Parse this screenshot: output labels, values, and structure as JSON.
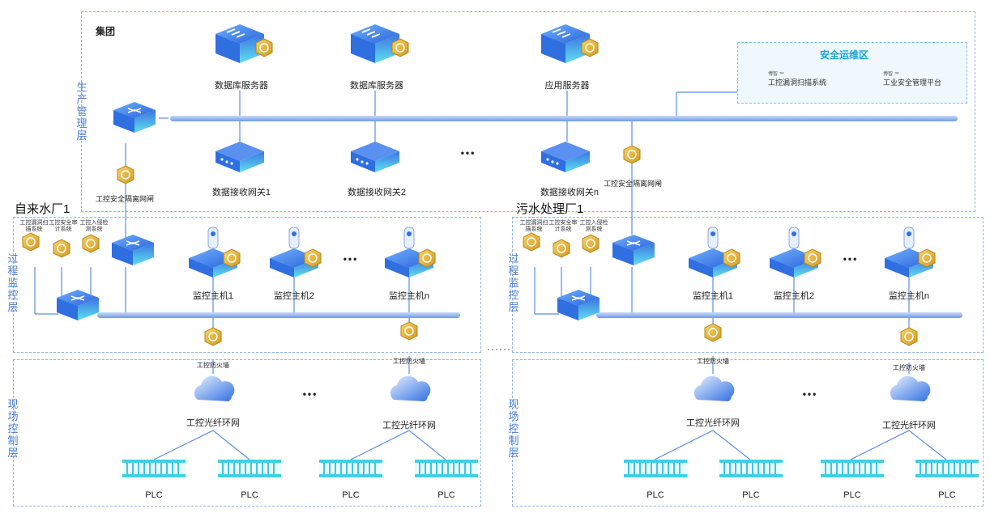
{
  "group": {
    "title": "集团",
    "layer_label": "生产管理层",
    "db_servers": [
      "数据库服务器",
      "数据库服务器"
    ],
    "app_server": "应用服务器",
    "gateways": [
      "数据接收网关1",
      "数据接收网关2",
      "数据接收网关n"
    ],
    "ellipsis": "•••",
    "isolation_left": "工控安全隔离网闸",
    "isolation_right": "工控安全隔离网闸",
    "security_zone": {
      "title": "安全运维区",
      "items": [
        {
          "brand": "博智 ™",
          "name": "工控漏洞扫描系统",
          "icon": "vuln-scan-icon"
        },
        {
          "brand": "博智 ™",
          "name": "工业安全管理平台",
          "icon": "security-platform-icon"
        }
      ]
    }
  },
  "plants": [
    {
      "name": "自来水厂1",
      "process_layer_label": "过程监控层",
      "field_layer_label": "现场控制层",
      "security_tools": [
        "工控漏洞扫描系统",
        "工控安全审计系统",
        "工控入侵检测系统"
      ],
      "monitors": [
        "监控主机1",
        "监控主机2",
        "监控主机n"
      ],
      "firewall": "工控防火墙",
      "ring": "工控光纤环网",
      "plc": "PLC"
    },
    {
      "name": "污水处理厂1",
      "process_layer_label": "过程监控层",
      "field_layer_label": "现场控制层",
      "security_tools": [
        "工控漏洞扫描系统",
        "工控安全审计系统",
        "工控入侵检测系统"
      ],
      "monitors": [
        "监控主机1",
        "监控主机2",
        "监控主机n"
      ],
      "firewall": "工控防火墙",
      "ring": "工控光纤环网",
      "plc": "PLC"
    }
  ],
  "between_plants": "······",
  "colors": {
    "primary": "#2f6fe0",
    "accent": "#33c6e6",
    "gold": "#e4b43a",
    "border": "#8fb3e8"
  }
}
